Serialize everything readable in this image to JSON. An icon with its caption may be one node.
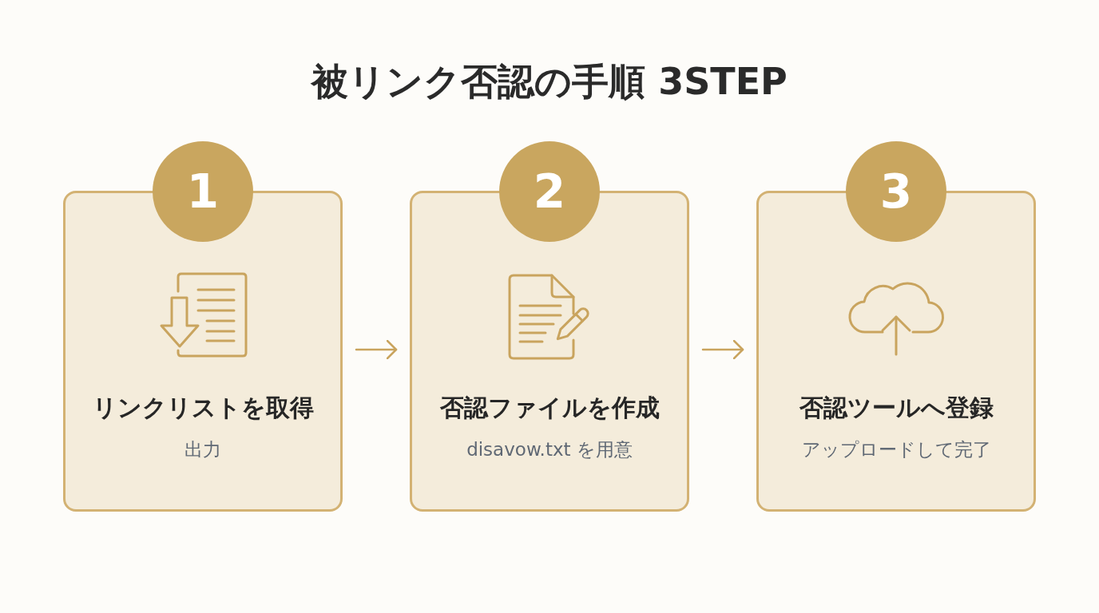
{
  "diagram": {
    "title": "被リンク否認の手順 3STEP",
    "nodes": [
      {
        "text": [
          "1"
        ]
      },
      {
        "text": [
          "リンクリストを取得",
          "出力"
        ]
      },
      {
        "text": [
          "2"
        ]
      },
      {
        "text": [
          "否認ファイルを作成",
          "disavow.txt を用意"
        ]
      },
      {
        "text": [
          "3"
        ]
      },
      {
        "text": [
          "否認ツールへ登録",
          "アップロードして完了"
        ]
      }
    ],
    "edges": [
      {
        "from": 1,
        "to": 3,
        "arrow": "to"
      },
      {
        "from": 3,
        "to": 5,
        "arrow": "to"
      }
    ]
  }
}
